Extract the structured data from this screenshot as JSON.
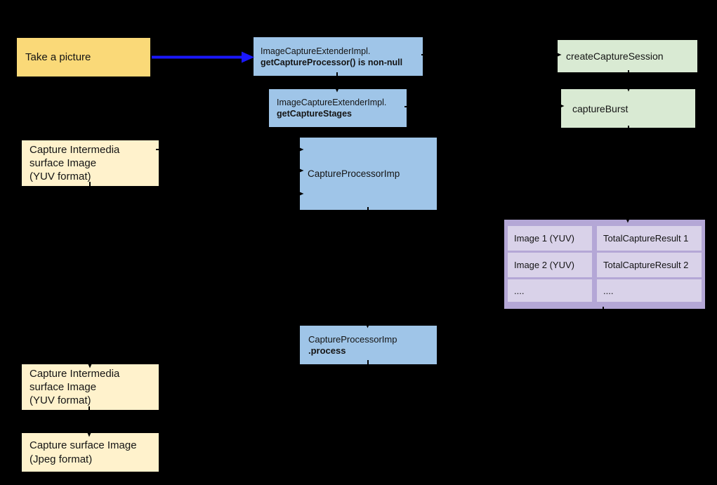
{
  "diagram": {
    "background_color": "#000000",
    "colors": {
      "gold_box": "#FAD978",
      "cream_box": "#FFF2CC",
      "blue_box": "#9FC5E8",
      "green_box": "#D9EAD3",
      "purple_table": "#B4A7D6",
      "purple_cell": "#D9D2E9",
      "blue_arrow": "#1A18FF",
      "black_connector": "#000000",
      "text": "#141414"
    }
  },
  "nodes": {
    "take_picture": {
      "label": "Take a picture"
    },
    "get_capture_processor": {
      "line1": "ImageCaptureExtenderImpl.",
      "line2": "getCaptureProcessor() is non-null"
    },
    "get_capture_stages": {
      "line1": "ImageCaptureExtenderImpl.",
      "line2": "getCaptureStages"
    },
    "create_capture_session": {
      "label": "createCaptureSession"
    },
    "capture_burst": {
      "label": "captureBurst"
    },
    "capture_intermedia_top": {
      "line1": "Capture Intermedia",
      "line2": "surface Image",
      "line3": "(YUV format)"
    },
    "capture_processor_imp": {
      "label": "CaptureProcessorImp"
    },
    "capture_processor_process": {
      "line1": "CaptureProcessorImp",
      "line2": ".process"
    },
    "capture_intermedia_bottom": {
      "line1": "Capture Intermedia",
      "line2": "surface Image",
      "line3": "(YUV format)"
    },
    "capture_surface_jpeg": {
      "line1": "Capture surface Image",
      "line2": "(Jpeg format)"
    }
  },
  "result_table": {
    "rows": [
      {
        "image": "Image 1 (YUV)",
        "result": "TotalCaptureResult 1"
      },
      {
        "image": "Image 2 (YUV)",
        "result": "TotalCaptureResult 2"
      },
      {
        "image": "....",
        "result": "...."
      }
    ]
  }
}
